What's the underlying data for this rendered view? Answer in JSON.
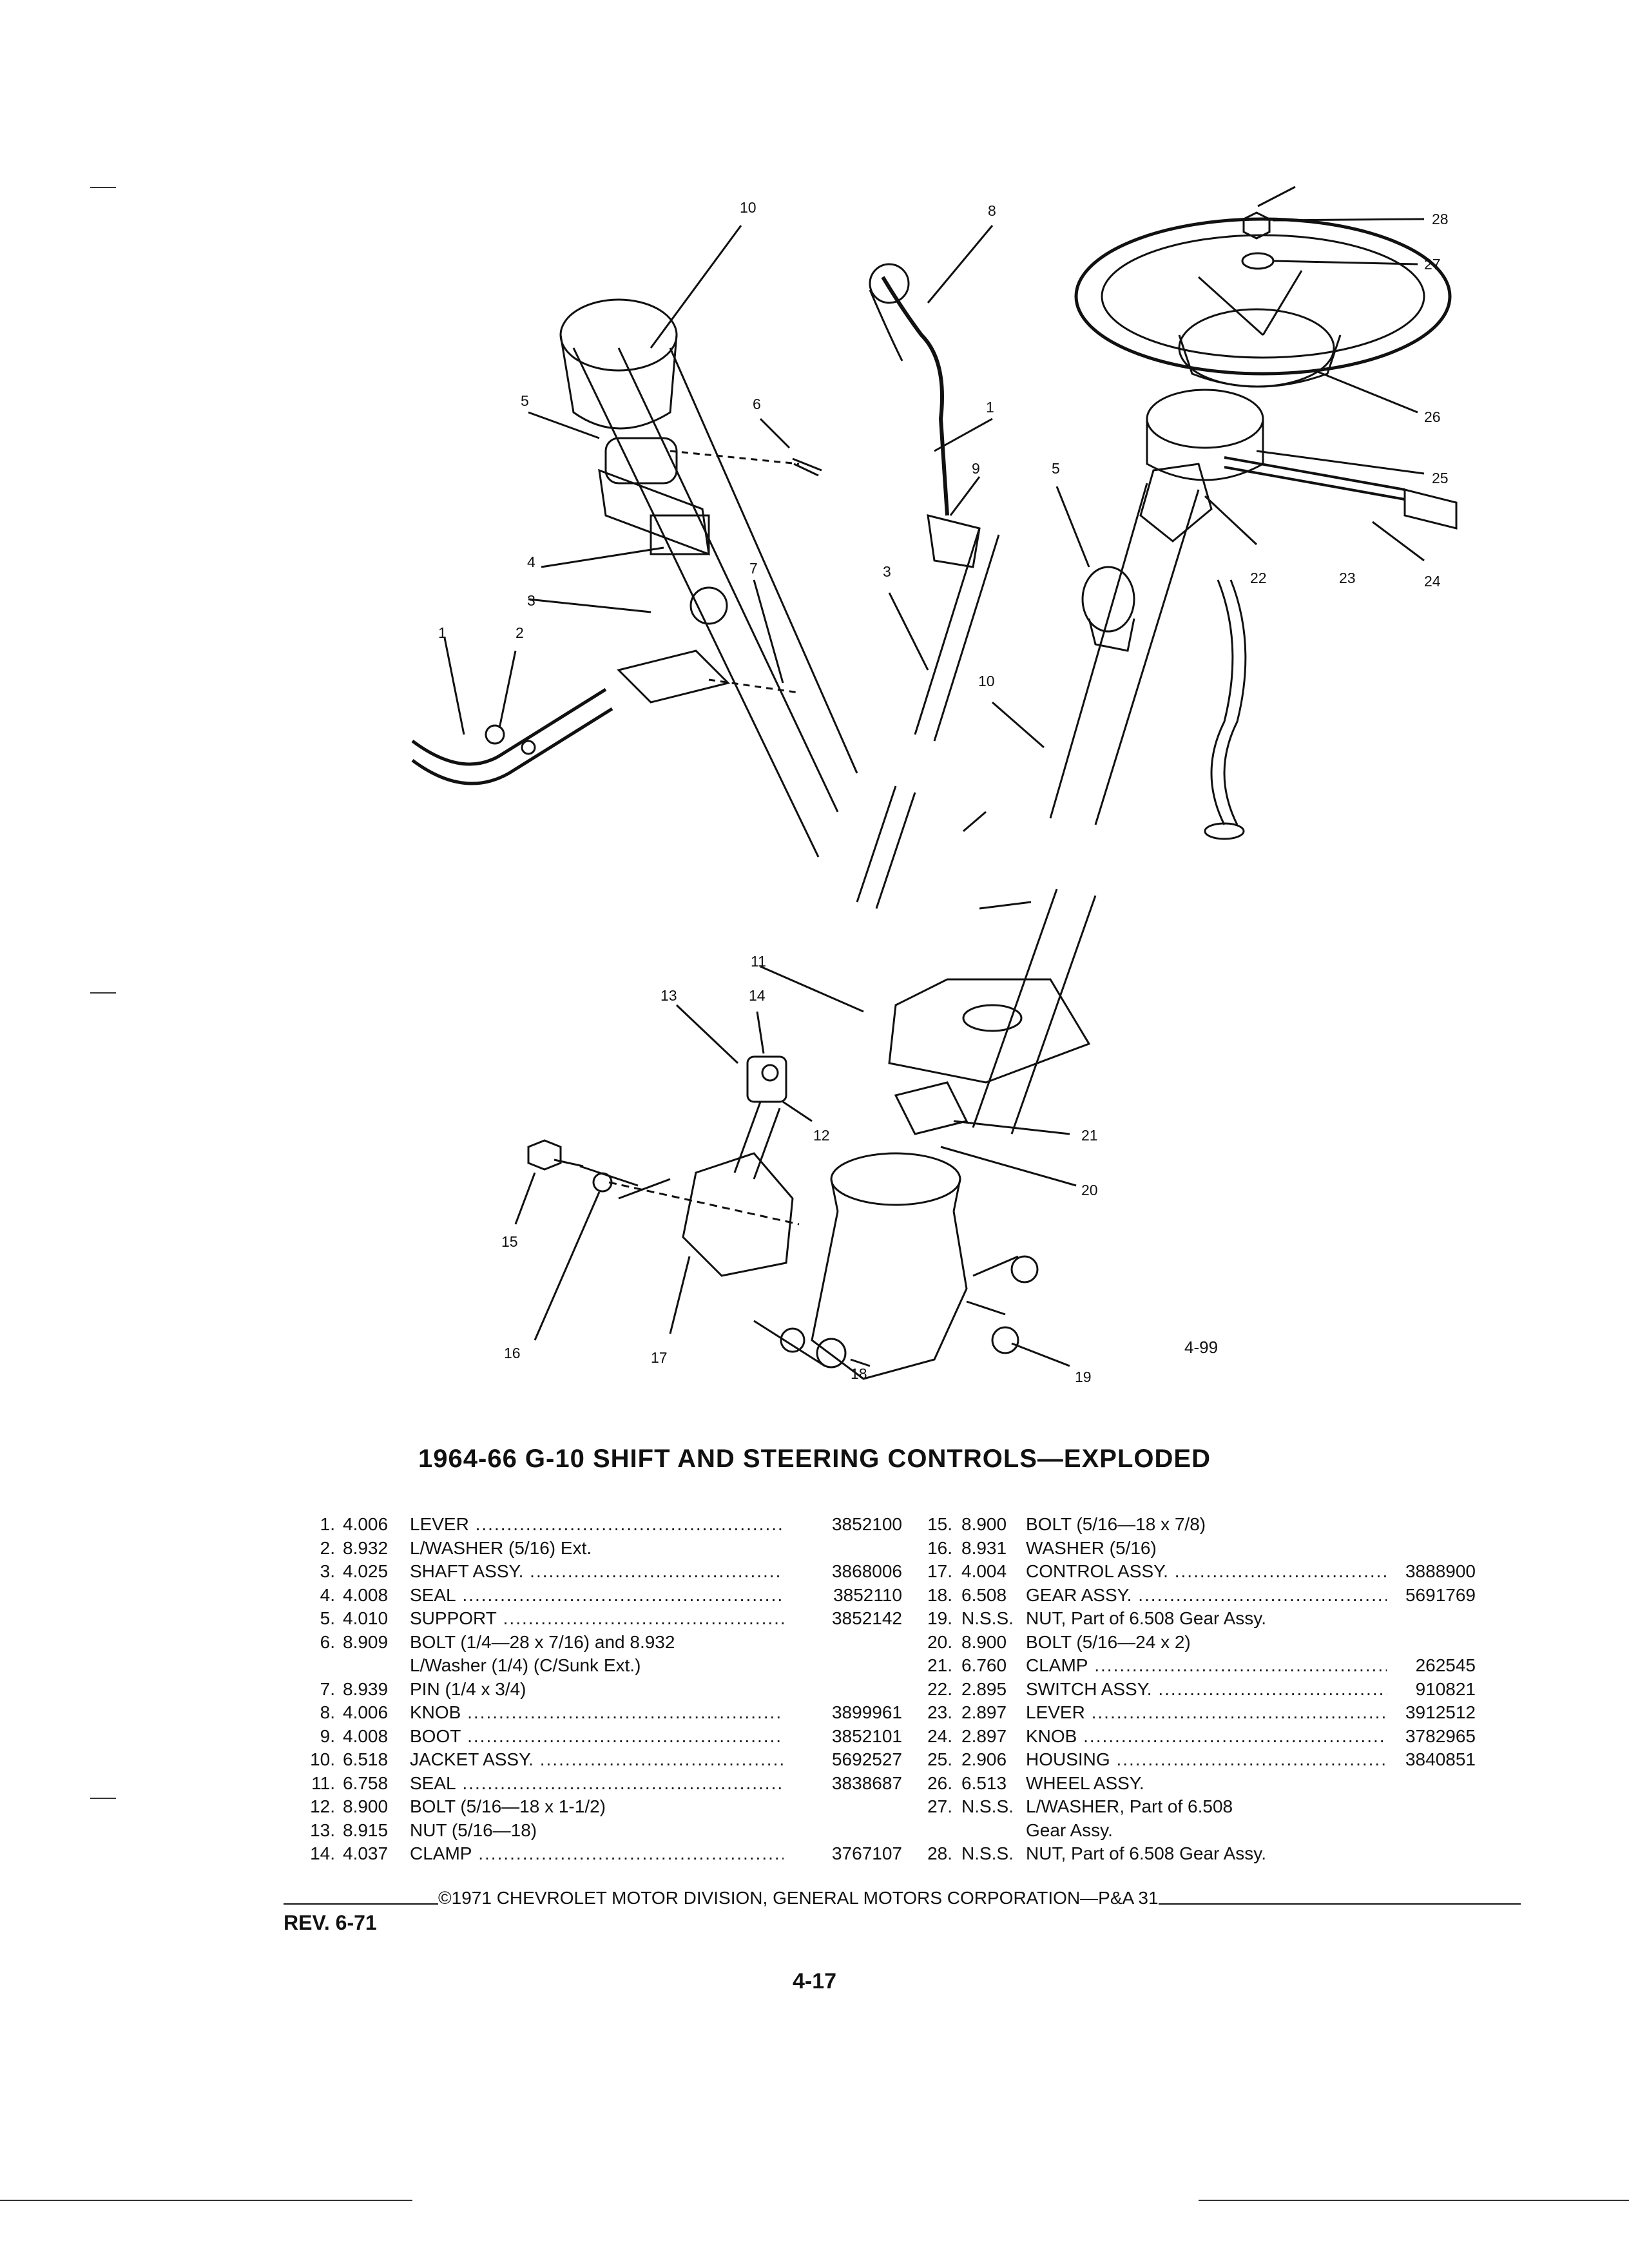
{
  "figure_number": "4-99",
  "title": "1964-66 G-10 SHIFT AND STEERING CONTROLS—EXPLODED",
  "callouts": [
    "1",
    "2",
    "3",
    "4",
    "5",
    "6",
    "7",
    "8",
    "9",
    "10",
    "11",
    "12",
    "13",
    "14",
    "15",
    "16",
    "17",
    "18",
    "19",
    "20",
    "21",
    "22",
    "23",
    "24",
    "25",
    "26",
    "27",
    "28"
  ],
  "parts_left": [
    {
      "num": "1.",
      "code": "4.006",
      "desc": "LEVER",
      "dots": true,
      "part": "3852100"
    },
    {
      "num": "2.",
      "code": "8.932",
      "desc": "L/WASHER (5/16) Ext.",
      "dots": false,
      "part": ""
    },
    {
      "num": "3.",
      "code": "4.025",
      "desc": "SHAFT ASSY.",
      "dots": true,
      "part": "3868006"
    },
    {
      "num": "4.",
      "code": "4.008",
      "desc": "SEAL",
      "dots": true,
      "part": "3852110"
    },
    {
      "num": "5.",
      "code": "4.010",
      "desc": "SUPPORT",
      "dots": true,
      "part": "3852142"
    },
    {
      "num": "6.",
      "code": "8.909",
      "desc": "BOLT (1/4—28 x 7/16) and 8.932",
      "dots": false,
      "part": ""
    },
    {
      "num": "",
      "code": "",
      "desc": "L/Washer (1/4) (C/Sunk Ext.)",
      "dots": false,
      "part": ""
    },
    {
      "num": "7.",
      "code": "8.939",
      "desc": "PIN (1/4 x 3/4)",
      "dots": false,
      "part": ""
    },
    {
      "num": "8.",
      "code": "4.006",
      "desc": "KNOB",
      "dots": true,
      "part": "3899961"
    },
    {
      "num": "9.",
      "code": "4.008",
      "desc": "BOOT",
      "dots": true,
      "part": "3852101"
    },
    {
      "num": "10.",
      "code": "6.518",
      "desc": "JACKET ASSY.",
      "dots": true,
      "part": "5692527"
    },
    {
      "num": "11.",
      "code": "6.758",
      "desc": "SEAL",
      "dots": true,
      "part": "3838687"
    },
    {
      "num": "12.",
      "code": "8.900",
      "desc": "BOLT (5/16—18 x 1-1/2)",
      "dots": false,
      "part": ""
    },
    {
      "num": "13.",
      "code": "8.915",
      "desc": "NUT (5/16—18)",
      "dots": false,
      "part": ""
    },
    {
      "num": "14.",
      "code": "4.037",
      "desc": "CLAMP",
      "dots": true,
      "part": "3767107"
    }
  ],
  "parts_right": [
    {
      "num": "15.",
      "code": "8.900",
      "desc": "BOLT (5/16—18 x 7/8)",
      "dots": false,
      "part": ""
    },
    {
      "num": "16.",
      "code": "8.931",
      "desc": "WASHER (5/16)",
      "dots": false,
      "part": ""
    },
    {
      "num": "17.",
      "code": "4.004",
      "desc": "CONTROL ASSY.",
      "dots": true,
      "part": "3888900"
    },
    {
      "num": "18.",
      "code": "6.508",
      "desc": "GEAR ASSY.",
      "dots": true,
      "part": "5691769"
    },
    {
      "num": "19.",
      "code": "N.S.S.",
      "desc": "NUT, Part of 6.508 Gear Assy.",
      "dots": false,
      "part": ""
    },
    {
      "num": "20.",
      "code": "8.900",
      "desc": "BOLT (5/16—24 x 2)",
      "dots": false,
      "part": ""
    },
    {
      "num": "21.",
      "code": "6.760",
      "desc": "CLAMP",
      "dots": true,
      "part": "262545"
    },
    {
      "num": "22.",
      "code": "2.895",
      "desc": "SWITCH ASSY.",
      "dots": true,
      "part": "910821"
    },
    {
      "num": "23.",
      "code": "2.897",
      "desc": "LEVER",
      "dots": true,
      "part": "3912512"
    },
    {
      "num": "24.",
      "code": "2.897",
      "desc": "KNOB",
      "dots": true,
      "part": "3782965"
    },
    {
      "num": "25.",
      "code": "2.906",
      "desc": "HOUSING",
      "dots": true,
      "part": "3840851"
    },
    {
      "num": "26.",
      "code": "6.513",
      "desc": "WHEEL ASSY.",
      "dots": false,
      "part": ""
    },
    {
      "num": "27.",
      "code": "N.S.S.",
      "desc": "L/WASHER, Part of 6.508",
      "dots": false,
      "part": ""
    },
    {
      "num": "",
      "code": "",
      "desc": "Gear Assy.",
      "dots": false,
      "part": ""
    },
    {
      "num": "28.",
      "code": "N.S.S.",
      "desc": "NUT, Part of 6.508 Gear Assy.",
      "dots": false,
      "part": ""
    }
  ],
  "footer": "©1971 CHEVROLET MOTOR DIVISION, GENERAL MOTORS CORPORATION—P&A 31",
  "revision": "REV. 6-71",
  "page_number": "4-17"
}
